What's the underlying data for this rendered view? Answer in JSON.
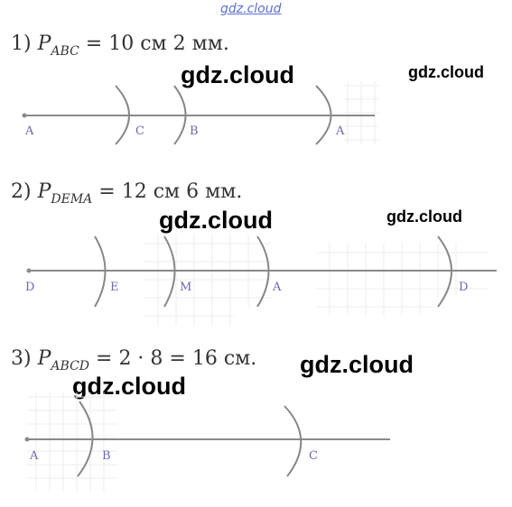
{
  "watermark_top": "gdz.cloud",
  "watermarks": [
    "gdz.cloud",
    "gdz.cloud",
    "gdz.cloud",
    "gdz.cloud",
    "gdz.cloud",
    "gdz.cloud"
  ],
  "problems": [
    {
      "number": "1)",
      "perimeter_symbol": "P",
      "subscript": "ABC",
      "equation": "= 10 см 2 мм.",
      "points": [
        "A",
        "C",
        "B",
        "A"
      ]
    },
    {
      "number": "2)",
      "perimeter_symbol": "P",
      "subscript": "DEMA",
      "equation": "= 12 см 6 мм.",
      "points": [
        "D",
        "E",
        "M",
        "A",
        "D"
      ]
    },
    {
      "number": "3)",
      "perimeter_symbol": "P",
      "subscript": "ABCD",
      "equation": "= 2 · 8 = 16 см.",
      "points": [
        "A",
        "B",
        "C"
      ]
    }
  ],
  "colors": {
    "line": "#8a8a8a",
    "arc": "#888888",
    "label": "#6a6ab0",
    "watermark_top": "#5c6fd6"
  }
}
